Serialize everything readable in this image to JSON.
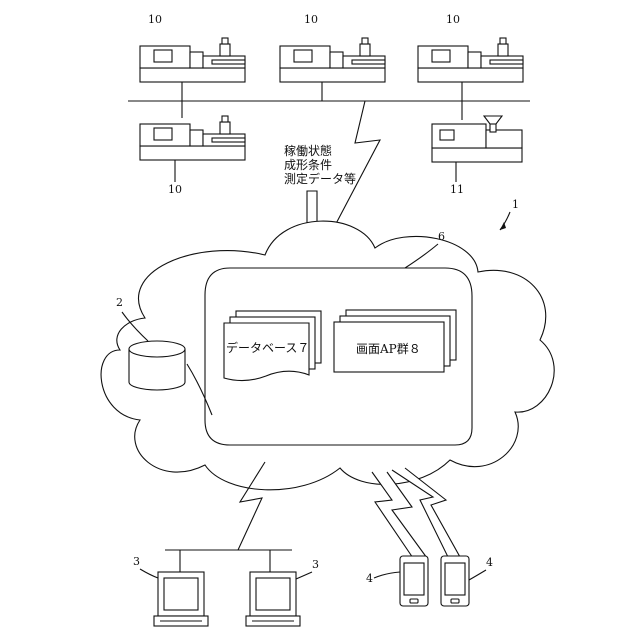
{
  "labels": {
    "machines_top": [
      "10",
      "10",
      "10"
    ],
    "machine_lower_left": "10",
    "machine_lower_right": "11",
    "system": "1",
    "storage": "2",
    "server": "6",
    "terminal_left": "3",
    "terminal_right": "3",
    "mobile_left": "4",
    "mobile_right": "4"
  },
  "data_note": [
    "稼働状態",
    "成形条件",
    "測定データ等"
  ],
  "database_label": "データベース７",
  "app_group_label": "画面AP群８"
}
